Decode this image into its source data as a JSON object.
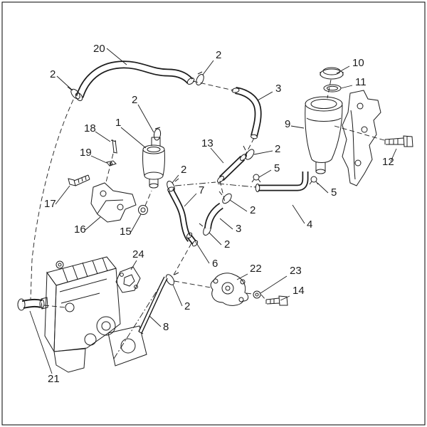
{
  "figure": {
    "kind": "exploded-parts-diagram",
    "background_color": "#ffffff",
    "line_color": "#1c1c1c",
    "border_color": "#000000"
  },
  "callouts": [
    {
      "label": "20"
    },
    {
      "label": "2"
    },
    {
      "label": "2"
    },
    {
      "label": "3"
    },
    {
      "label": "10"
    },
    {
      "label": "11"
    },
    {
      "label": "9"
    },
    {
      "label": "12"
    },
    {
      "label": "18"
    },
    {
      "label": "1"
    },
    {
      "label": "2"
    },
    {
      "label": "19"
    },
    {
      "label": "13"
    },
    {
      "label": "2"
    },
    {
      "label": "5"
    },
    {
      "label": "2"
    },
    {
      "label": "17"
    },
    {
      "label": "16"
    },
    {
      "label": "15"
    },
    {
      "label": "7"
    },
    {
      "label": "2"
    },
    {
      "label": "3"
    },
    {
      "label": "5"
    },
    {
      "label": "4"
    },
    {
      "label": "2"
    },
    {
      "label": "6"
    },
    {
      "label": "24"
    },
    {
      "label": "22"
    },
    {
      "label": "23"
    },
    {
      "label": "14"
    },
    {
      "label": "2"
    },
    {
      "label": "8"
    },
    {
      "label": "21"
    }
  ]
}
